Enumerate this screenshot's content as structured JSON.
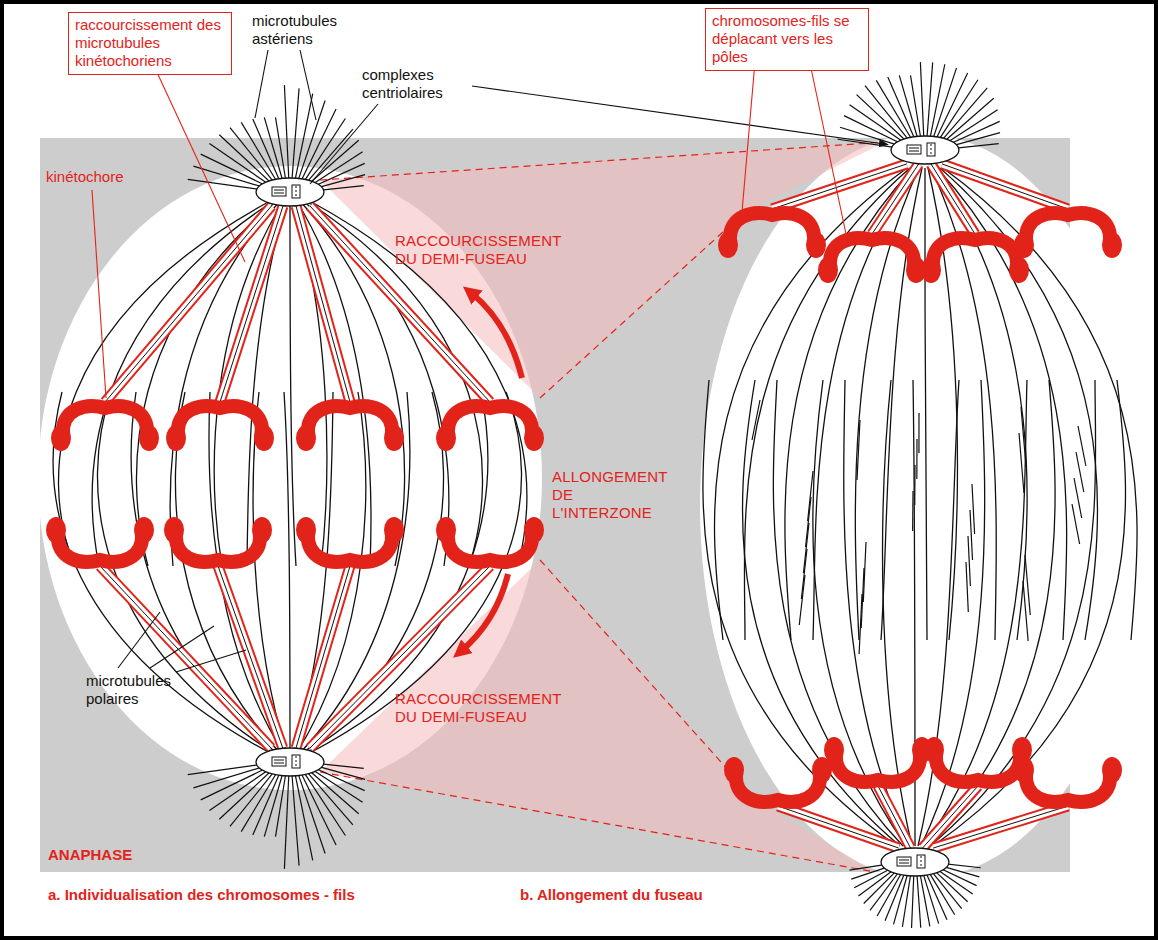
{
  "diagram": {
    "title": "ANAPHASE",
    "nodes": [
      {
        "text": [
          "raccourcissement des microtubules kinétochoriens"
        ]
      },
      {
        "text": [
          "chromosomes-fils se déplacant vers les pôles"
        ]
      }
    ],
    "labels": [
      "microtubules astériens",
      "complexes centriolaires",
      "kinétochore",
      "RACCOURCISSEMENT DU DEMI-FUSEAU",
      "ALLONGEMENT DE L'INTERZONE",
      "RACCOURCISSEMENT DU DEMI-FUSEAU",
      "microtubules polaires",
      "a. Individualisation des chromosomes - fils",
      "b. Allongement du fuseau"
    ]
  }
}
